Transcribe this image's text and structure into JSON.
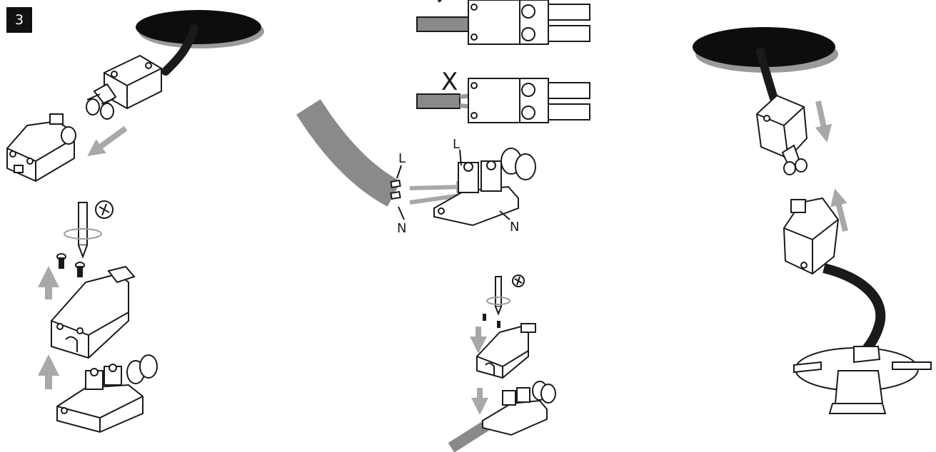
{
  "step_number": "3",
  "wiring": {
    "wire_live_label": "L",
    "wire_neutral_label": "N",
    "terminal_live_label": "L",
    "terminal_neutral_label": "N",
    "correct_mark": "✓",
    "incorrect_mark": "X"
  },
  "colors": {
    "outline": "#1a1a1a",
    "arrow": "#a8a8a8",
    "cable": "#8a8a8a",
    "ceiling_hole": "#0d0d0d",
    "hole_shadow": "#9a9a9a"
  }
}
